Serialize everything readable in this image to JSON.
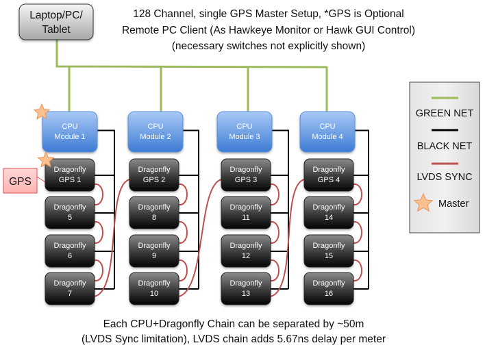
{
  "title": {
    "lines": [
      "128 Channel, single GPS Master Setup, *GPS is Optional",
      "Remote PC Client (As Hawkeye Monitor or Hawk GUI Control)",
      "(necessary switches not explicitly shown)"
    ]
  },
  "client": {
    "lines": [
      "Laptop/PC/",
      "Tablet"
    ]
  },
  "gps_receiver": {
    "label": "GPS"
  },
  "columns": [
    {
      "cpu": {
        "lines": [
          "CPU",
          "Module 1"
        ],
        "master": true
      },
      "dragonflies": [
        {
          "lines": [
            "Dragonfly",
            "GPS 1"
          ],
          "master": true
        },
        {
          "lines": [
            "Dragonfly",
            "5"
          ],
          "master": false
        },
        {
          "lines": [
            "Dragonfly",
            "6"
          ],
          "master": false
        },
        {
          "lines": [
            "Dragonfly",
            "7"
          ],
          "master": false
        }
      ]
    },
    {
      "cpu": {
        "lines": [
          "CPU",
          "Module 2"
        ],
        "master": false
      },
      "dragonflies": [
        {
          "lines": [
            "Dragonfly",
            "GPS 2"
          ],
          "master": false
        },
        {
          "lines": [
            "Dragonfly",
            "8"
          ],
          "master": false
        },
        {
          "lines": [
            "Dragonfly",
            "9"
          ],
          "master": false
        },
        {
          "lines": [
            "Dragonfly",
            "10"
          ],
          "master": false
        }
      ]
    },
    {
      "cpu": {
        "lines": [
          "CPU",
          "Module 3"
        ],
        "master": false
      },
      "dragonflies": [
        {
          "lines": [
            "Dragonfly",
            "GPS 3"
          ],
          "master": false
        },
        {
          "lines": [
            "Dragonfly",
            "11"
          ],
          "master": false
        },
        {
          "lines": [
            "Dragonfly",
            "12"
          ],
          "master": false
        },
        {
          "lines": [
            "Dragonfly",
            "13"
          ],
          "master": false
        }
      ]
    },
    {
      "cpu": {
        "lines": [
          "CPU",
          "Module 4"
        ],
        "master": false
      },
      "dragonflies": [
        {
          "lines": [
            "Dragonfly",
            "GPS 4"
          ],
          "master": false
        },
        {
          "lines": [
            "Dragonfly",
            "14"
          ],
          "master": false
        },
        {
          "lines": [
            "Dragonfly",
            "15"
          ],
          "master": false
        },
        {
          "lines": [
            "Dragonfly",
            "16"
          ],
          "master": false
        }
      ]
    }
  ],
  "legend": {
    "items": [
      {
        "type": "line",
        "color": "#9bbb59",
        "label": "GREEN NET",
        "icon": "green-line-icon"
      },
      {
        "type": "line",
        "color": "#000000",
        "label": "BLACK NET",
        "icon": "black-line-icon"
      },
      {
        "type": "line",
        "color": "#c0504d",
        "label": "LVDS SYNC",
        "icon": "red-line-icon"
      },
      {
        "type": "star",
        "color": "#f9b27a",
        "label": "Master",
        "icon": "star-icon"
      }
    ]
  },
  "footer": {
    "lines": [
      "Each CPU+Dragonfly Chain can be separated by ~50m",
      "(LVDS Sync limitation), LVDS chain adds 5.67ns delay per meter"
    ]
  },
  "colors": {
    "green_net": "#9bbb59",
    "black_net": "#000000",
    "lvds_sync": "#c0504d",
    "cpu_top": "#a8c8f5",
    "cpu_bottom": "#3f7fd6",
    "dragonfly_top": "#8a8a8a",
    "dragonfly_bottom": "#050505",
    "gps_fill": "#ffc7c7",
    "gps_border": "#d9534f",
    "star_fill": "#fbc08f",
    "star_stroke": "#e8955a"
  }
}
